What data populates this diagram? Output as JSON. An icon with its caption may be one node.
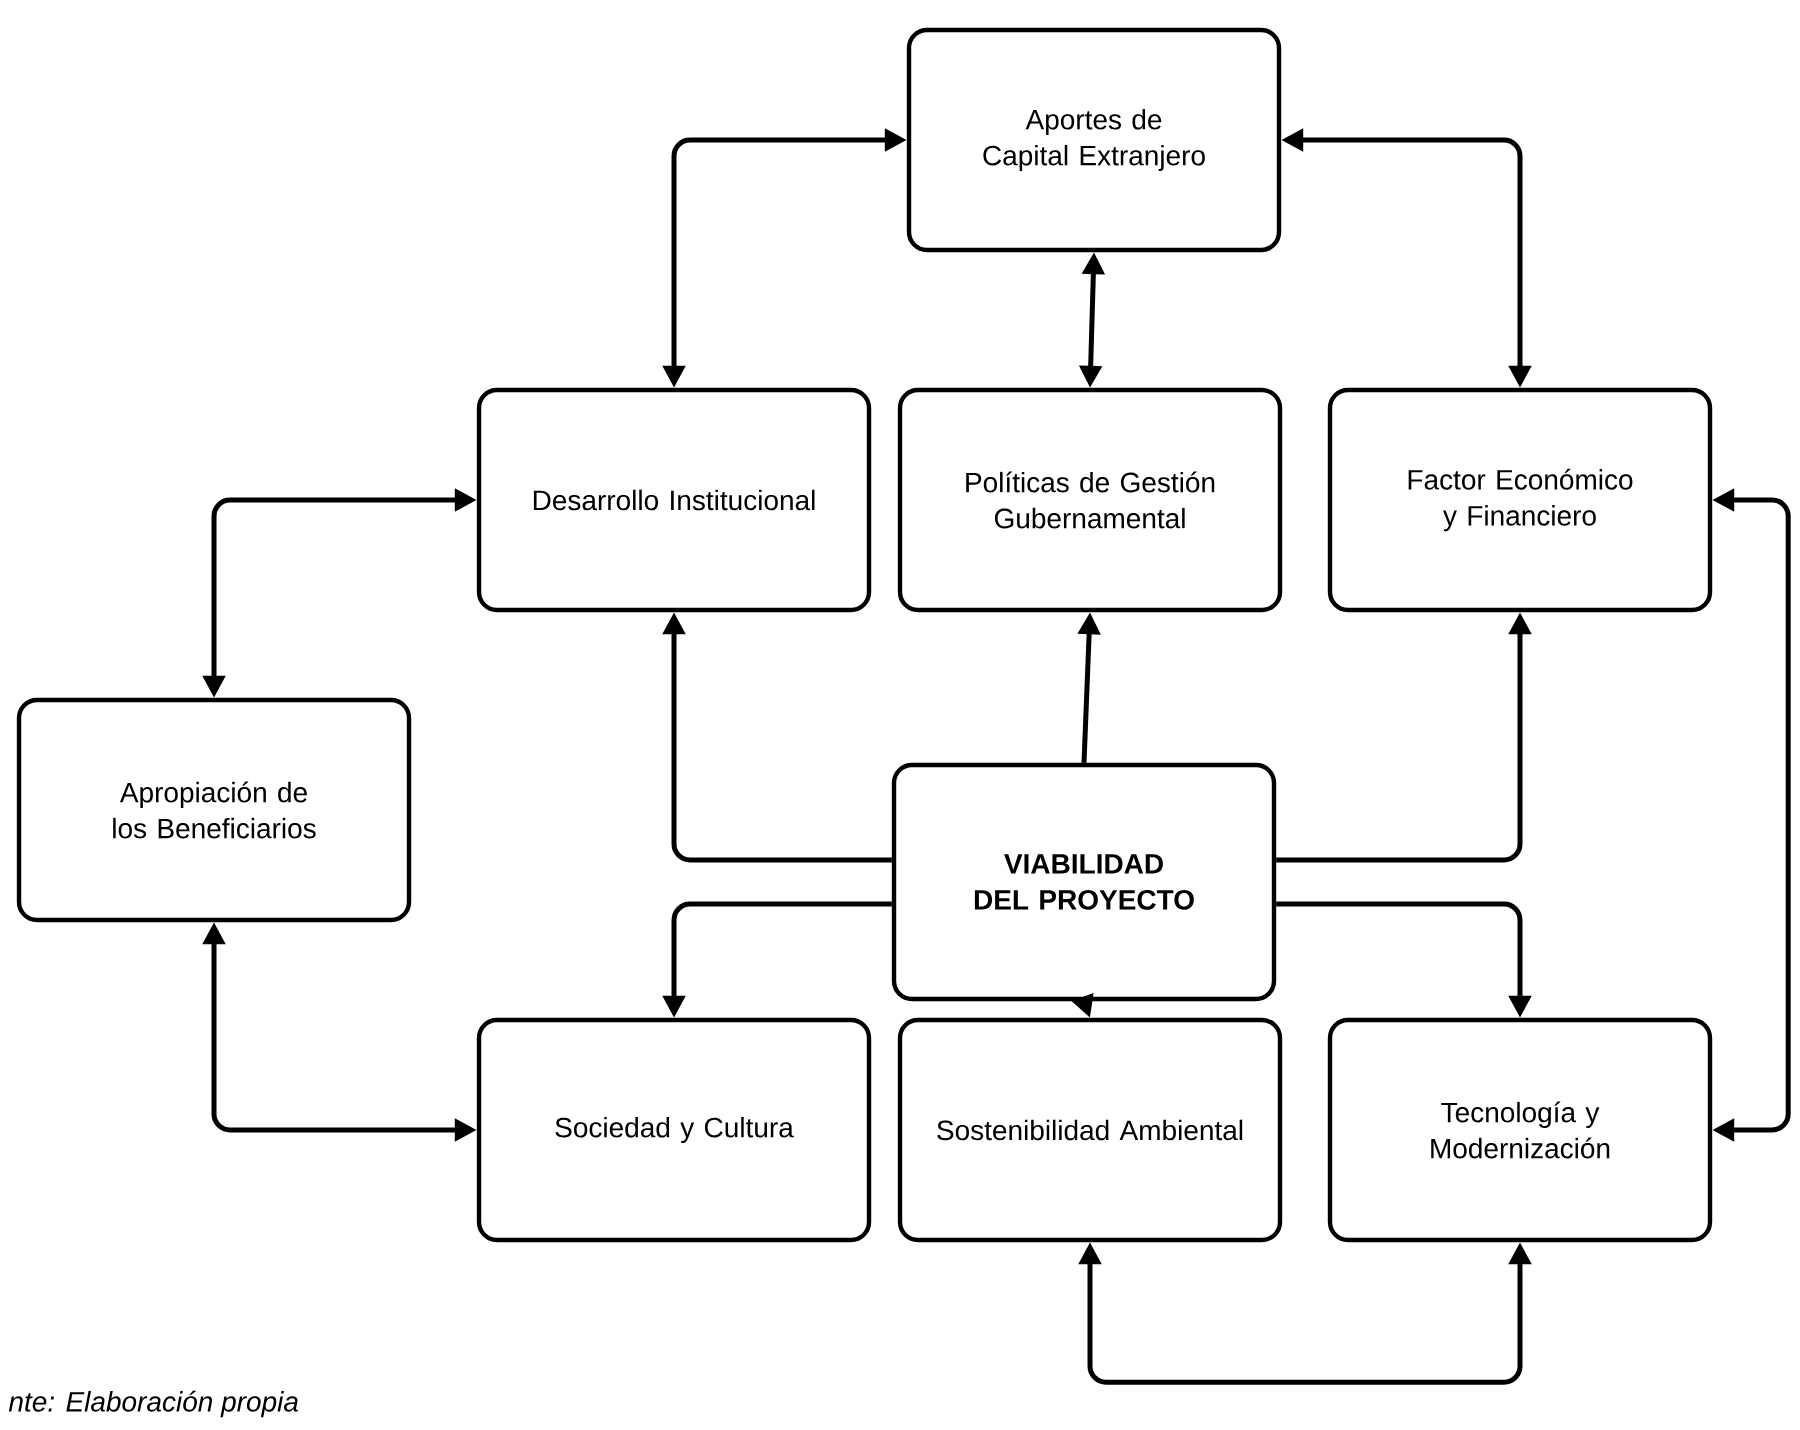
{
  "diagram": {
    "caption": "nte: Elaboración propia",
    "nodes": [
      {
        "text": [
          "Aportes de Capital Extranjero"
        ]
      },
      {
        "text": [
          "Desarrollo Institucional"
        ]
      },
      {
        "text": [
          "Políticas de Gestión Gubernamental"
        ]
      },
      {
        "text": [
          "Factor Económico y Financiero"
        ]
      },
      {
        "text": [
          "Apropiación de los Beneficiarios"
        ]
      },
      {
        "text": [
          "VIABILIDAD DEL PROYECTO"
        ]
      },
      {
        "text": [
          "Sociedad y Cultura"
        ]
      },
      {
        "text": [
          "Sostenibilidad Ambiental"
        ]
      },
      {
        "text": [
          "Tecnología y Modernización"
        ]
      }
    ],
    "edges": [
      {
        "from": 0,
        "to": 1,
        "arrow": "both"
      },
      {
        "from": 0,
        "to": 2,
        "arrow": "both"
      },
      {
        "from": 0,
        "to": 3,
        "arrow": "both"
      },
      {
        "from": 1,
        "to": 4,
        "arrow": "both"
      },
      {
        "from": 5,
        "to": 1,
        "arrow": "to"
      },
      {
        "from": 5,
        "to": 2,
        "arrow": "to"
      },
      {
        "from": 5,
        "to": 3,
        "arrow": "to"
      },
      {
        "from": 5,
        "to": 6,
        "arrow": "to"
      },
      {
        "from": 5,
        "to": 7,
        "arrow": "to"
      },
      {
        "from": 5,
        "to": 8,
        "arrow": "to"
      },
      {
        "from": 4,
        "to": 6,
        "arrow": "both"
      },
      {
        "from": 7,
        "to": 8,
        "arrow": "both"
      },
      {
        "from": 3,
        "to": 8,
        "arrow": "both"
      }
    ]
  }
}
